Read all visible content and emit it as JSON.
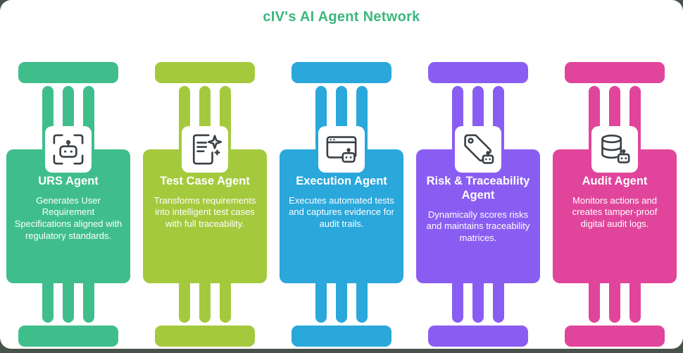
{
  "page": {
    "title": "cIV's AI Agent Network",
    "title_color": "#3cb87d"
  },
  "agents": [
    {
      "name": "URS Agent",
      "description": "Generates User Requirement Specifications aligned with regulatory standards.",
      "color": "#3fbe8c",
      "icon": "scan-robot-icon"
    },
    {
      "name": "Test Case Agent",
      "description": "Transforms requirements into intelligent test cases with full traceability.",
      "color": "#a5c93d",
      "icon": "document-sparkle-icon"
    },
    {
      "name": "Execution Agent",
      "description": "Executes automated tests and captures evidence for audit trails.",
      "color": "#2aa7db",
      "icon": "browser-robot-icon"
    },
    {
      "name": "Risk & Traceability Agent",
      "description": "Dynamically scores risks and maintains traceability matrices.",
      "color": "#8a5df2",
      "icon": "tag-robot-icon"
    },
    {
      "name": "Audit Agent",
      "description": "Monitors actions and creates tamper-proof digital audit logs.",
      "color": "#e0459b",
      "icon": "database-robot-icon"
    }
  ]
}
